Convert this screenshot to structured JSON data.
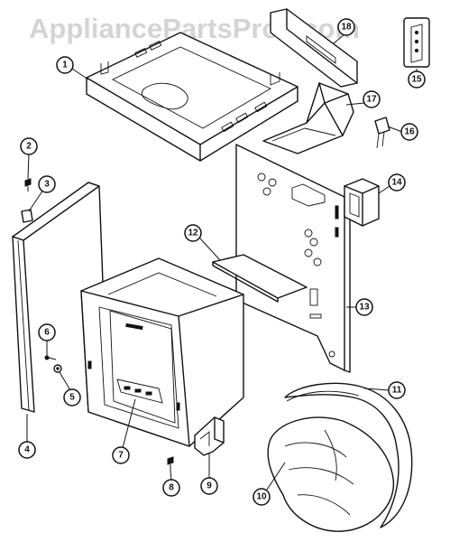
{
  "watermark": "AppliancePartsPros.com",
  "callouts": [
    "1",
    "2",
    "3",
    "4",
    "5",
    "6",
    "7",
    "8",
    "9",
    "10",
    "11",
    "12",
    "13",
    "14",
    "15",
    "16",
    "17",
    "18"
  ]
}
